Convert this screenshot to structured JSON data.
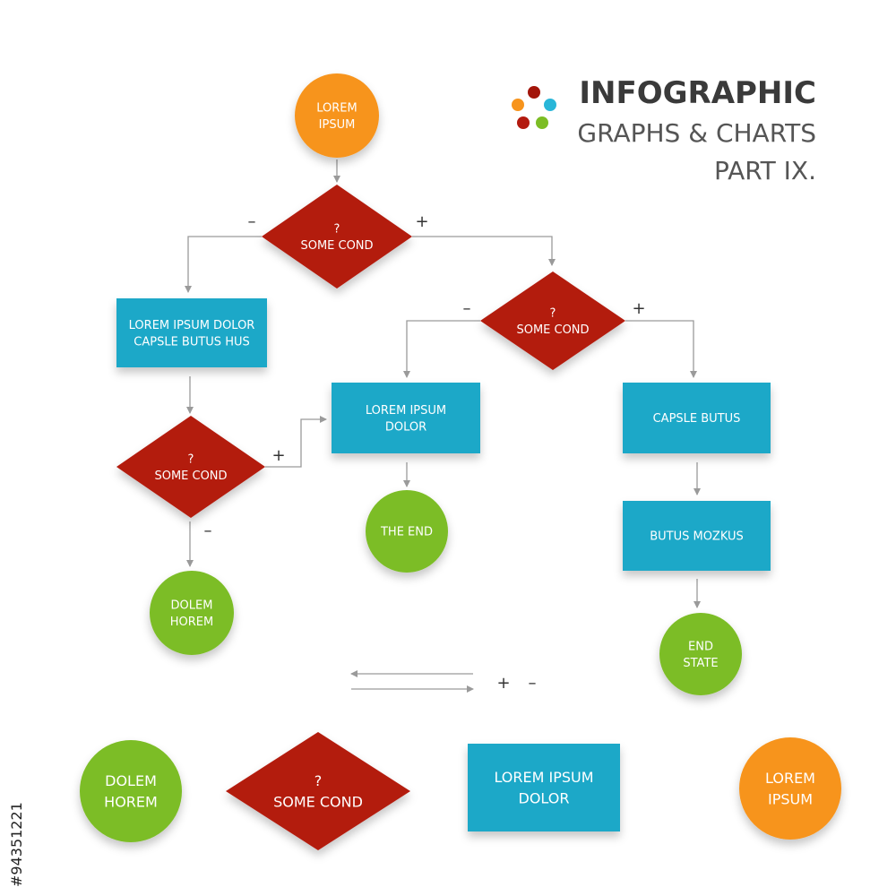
{
  "title": {
    "line1": "INFOGRAPHIC",
    "line2": "GRAPHS & CHARTS",
    "line3": "PART IX."
  },
  "colors": {
    "orange": "#f7941d",
    "red": "#b31a0f",
    "blue": "#1aa8c8",
    "green": "#7cbd25",
    "logo_teal": "#29b6d8",
    "logo_darkred": "#a3150a"
  },
  "nodes": {
    "start": {
      "shape": "circle",
      "color": "orange",
      "lines": [
        "LOREM",
        "IPSUM"
      ]
    },
    "cond1": {
      "shape": "diamond",
      "color": "red",
      "lines": [
        "?",
        "SOME COND"
      ]
    },
    "box_left": {
      "shape": "rect",
      "color": "blue",
      "lines": [
        "LOREM IPSUM DOLOR",
        "CAPSLE BUTUS HUS"
      ]
    },
    "cond_left": {
      "shape": "diamond",
      "color": "red",
      "lines": [
        "?",
        "SOME COND"
      ]
    },
    "end_left": {
      "shape": "circle",
      "color": "green",
      "lines": [
        "DOLEM",
        "HOREM"
      ]
    },
    "cond_right": {
      "shape": "diamond",
      "color": "red",
      "lines": [
        "?",
        "SOME COND"
      ]
    },
    "box_mid": {
      "shape": "rect",
      "color": "blue",
      "lines": [
        "LOREM IPSUM",
        "DOLOR"
      ]
    },
    "end_mid": {
      "shape": "circle",
      "color": "green",
      "lines": [
        "THE END"
      ]
    },
    "box_right1": {
      "shape": "rect",
      "color": "blue",
      "lines": [
        "CAPSLE BUTUS"
      ]
    },
    "box_right2": {
      "shape": "rect",
      "color": "blue",
      "lines": [
        "BUTUS  MOZKUS"
      ]
    },
    "end_right": {
      "shape": "circle",
      "color": "green",
      "lines": [
        "END",
        "STATE"
      ]
    }
  },
  "legend": {
    "signs": [
      "+",
      "–"
    ],
    "items": [
      {
        "shape": "circle",
        "color": "green",
        "lines": [
          "DOLEM",
          "HOREM"
        ]
      },
      {
        "shape": "diamond",
        "color": "red",
        "lines": [
          "?",
          "SOME COND"
        ]
      },
      {
        "shape": "rect",
        "color": "blue",
        "lines": [
          "LOREM IPSUM",
          "DOLOR"
        ]
      },
      {
        "shape": "circle",
        "color": "orange",
        "lines": [
          "LOREM",
          "IPSUM"
        ]
      }
    ]
  },
  "branch_signs": {
    "cond1_no": "–",
    "cond1_yes": "+",
    "cond_right_no": "–",
    "cond_right_yes": "+",
    "cond_left_yes": "+",
    "cond_left_no": "–"
  },
  "watermark": "#94351221"
}
